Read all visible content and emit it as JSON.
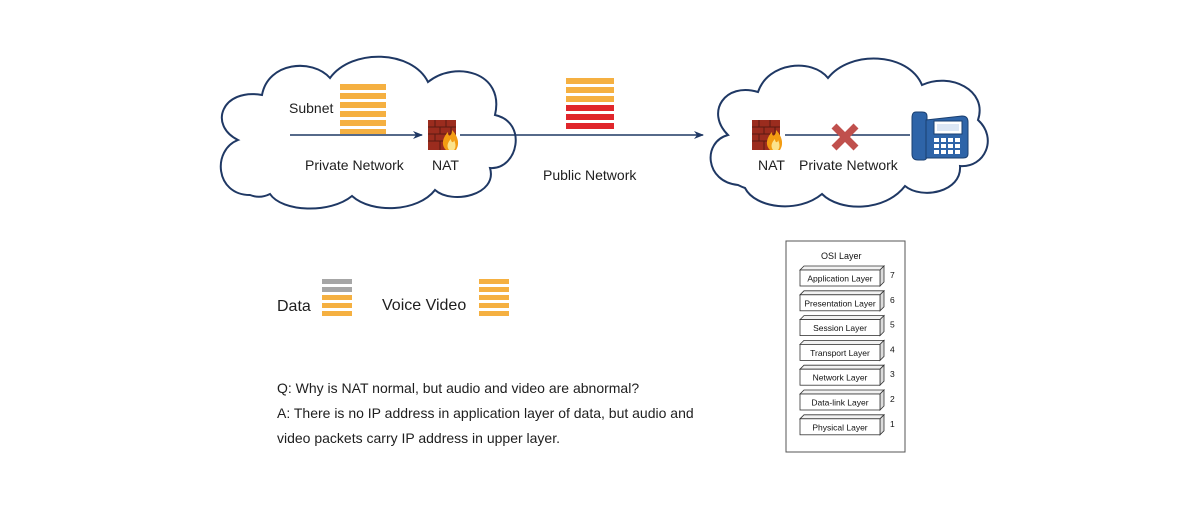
{
  "colors": {
    "cloud_stroke": "#1f3864",
    "voice_stripe": "#f5b041",
    "data_stripe": "#a6a6a6",
    "public_red": "#e0262b",
    "blocked_x": "#c0504d",
    "phone_blue": "#2e64a8",
    "firewall_brick": "#9b2c1e"
  },
  "left_cloud": {
    "subnet_label": "Subnet",
    "network_label": "Private Network",
    "nat_label": "NAT",
    "icons": [
      "firewall-icon"
    ]
  },
  "middle": {
    "network_label": "Public Network"
  },
  "right_cloud": {
    "nat_label": "NAT",
    "network_label": "Private Network",
    "icons": [
      "firewall-icon",
      "blocked-x-icon",
      "ip-phone-icon"
    ]
  },
  "legend": {
    "data_label": "Data",
    "voice_label": "Voice Video"
  },
  "qa": {
    "question": "Q: Why is NAT normal, but audio and video are abnormal?",
    "answer_line1": "A: There is no IP address in application layer of data, but audio and",
    "answer_line2": "video packets carry IP address in upper layer."
  },
  "osi": {
    "title": "OSI Layer",
    "layers": [
      {
        "name": "Application Layer",
        "num": "7"
      },
      {
        "name": "Presentation Layer",
        "num": "6"
      },
      {
        "name": "Session Layer",
        "num": "5"
      },
      {
        "name": "Transport Layer",
        "num": "4"
      },
      {
        "name": "Network Layer",
        "num": "3"
      },
      {
        "name": "Data-link Layer",
        "num": "2"
      },
      {
        "name": "Physical Layer",
        "num": "1"
      }
    ]
  }
}
